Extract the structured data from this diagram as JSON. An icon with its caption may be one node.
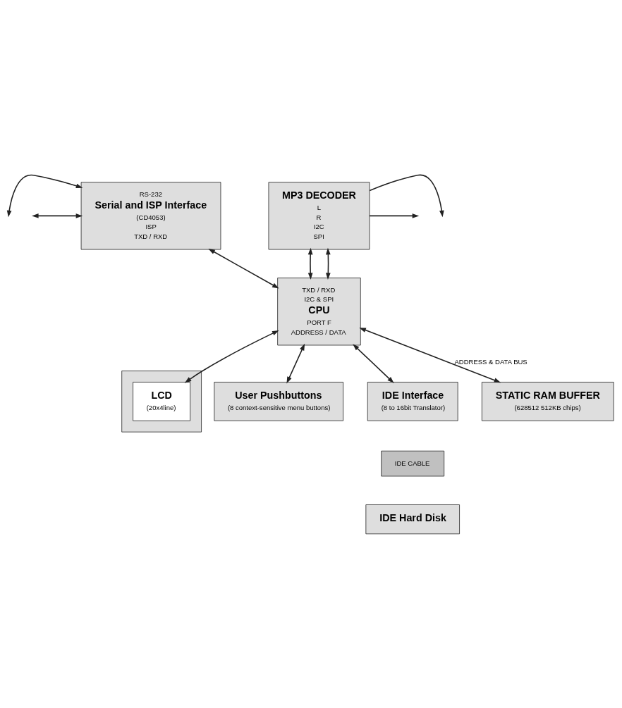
{
  "diagram": {
    "nodes": [
      {
        "text": [
          "RS-232",
          "Serial and ISP Interface",
          "(CD4053)",
          "ISP",
          "TXD / RXD"
        ]
      },
      {
        "text": [
          "MP3 DECODER",
          "L",
          "R",
          "I2C",
          "SPI"
        ]
      },
      {
        "text": [
          "TXD / RXD",
          "I2C & SPI",
          "CPU",
          "PORT F",
          "ADDRESS / DATA"
        ]
      },
      {
        "text": [],
        "shape": "box"
      },
      {
        "text": [
          "LCD",
          "(20x4line)"
        ],
        "in": 3
      },
      {
        "text": [
          "User Pushbuttons",
          "(8 context-sensitive menu buttons)"
        ]
      },
      {
        "text": [
          "IDE Interface",
          "(8 to 16bit Translator)"
        ]
      },
      {
        "text": [
          "STATIC RAM BUFFER",
          "(628512 512KB chips)"
        ]
      },
      {
        "text": [
          "IDE CABLE"
        ]
      },
      {
        "text": [
          "IDE Hard Disk"
        ]
      }
    ],
    "edges": [
      {
        "from": null,
        "to": 0,
        "arrow": "both"
      },
      {
        "from": null,
        "to": 0,
        "arrow": "both"
      },
      {
        "from": 1,
        "to": null,
        "arrow": "to"
      },
      {
        "from": 1,
        "to": null,
        "arrow": "to"
      },
      {
        "from": 0,
        "to": 2,
        "arrow": "both"
      },
      {
        "from": 1,
        "to": 2,
        "arrow": "both"
      },
      {
        "from": 1,
        "to": 2,
        "arrow": "both"
      },
      {
        "from": 2,
        "to": 5,
        "arrow": "both"
      },
      {
        "from": 2,
        "to": 4,
        "arrow": "both"
      },
      {
        "from": 2,
        "to": 6,
        "arrow": "both"
      },
      {
        "from": 2,
        "to": 7,
        "arrow": "both",
        "label": "ADDRESS & DATA BUS"
      }
    ]
  }
}
